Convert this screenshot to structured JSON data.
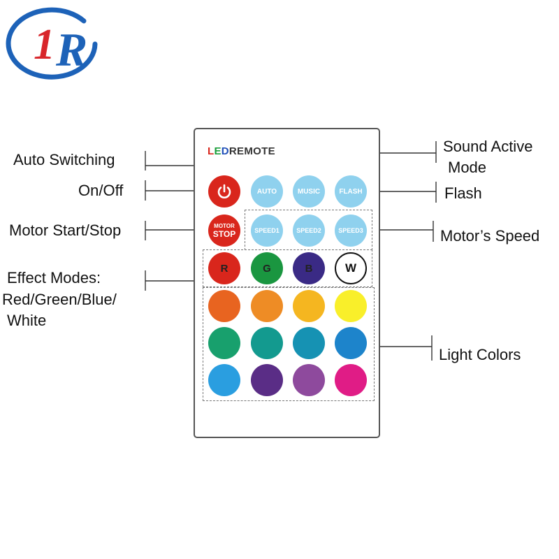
{
  "brand": {
    "logo_letters": "1R",
    "colors": {
      "ring": "#1d62b8",
      "one": "#d8262b",
      "r": "#1d62b8"
    }
  },
  "remote": {
    "brand_text": {
      "segments": [
        {
          "text": "L",
          "color": "#d9261c"
        },
        {
          "text": "E",
          "color": "#1a9e3a"
        },
        {
          "text": "D",
          "color": "#1f4fb8"
        },
        {
          "text": "REMOTE",
          "color": "#333333"
        }
      ]
    },
    "buttons": {
      "power": {
        "icon": "power-icon",
        "color": "#d9261c"
      },
      "auto": "AUTO",
      "music": "MUSIC",
      "flash": "FLASH",
      "motor_top": "MOTOR",
      "motor_bottom": "STOP",
      "speed1": "SPEED1",
      "speed2": "SPEED2",
      "speed3": "SPEED3",
      "r": "R",
      "g": "G",
      "b": "B",
      "w": "W"
    },
    "button_colors": {
      "blue": "#8fd1ee",
      "red": "#d9261c",
      "green": "#1a9640",
      "navy": "#3a2a85",
      "white": "#ffffff"
    },
    "light_colors": [
      [
        "#e86420",
        "#ee8c25",
        "#f5b620",
        "#f9ef2a"
      ],
      [
        "#18a06d",
        "#139a8f",
        "#1692b3",
        "#1d84cb"
      ],
      [
        "#2a9ee0",
        "#5a2d86",
        "#8e4a9d",
        "#e01c86"
      ]
    ]
  },
  "labels": {
    "auto_switching": "Auto Switching",
    "on_off": "On/Off",
    "motor_start_stop": "Motor Start/Stop",
    "effect_modes": [
      "Effect Modes:",
      "Red/Green/Blue/",
      "White"
    ],
    "sound_active": [
      "Sound Active",
      "Mode"
    ],
    "flash": "Flash",
    "motor_speed": "Motor’s Speed",
    "light_colors": "Light Colors"
  }
}
